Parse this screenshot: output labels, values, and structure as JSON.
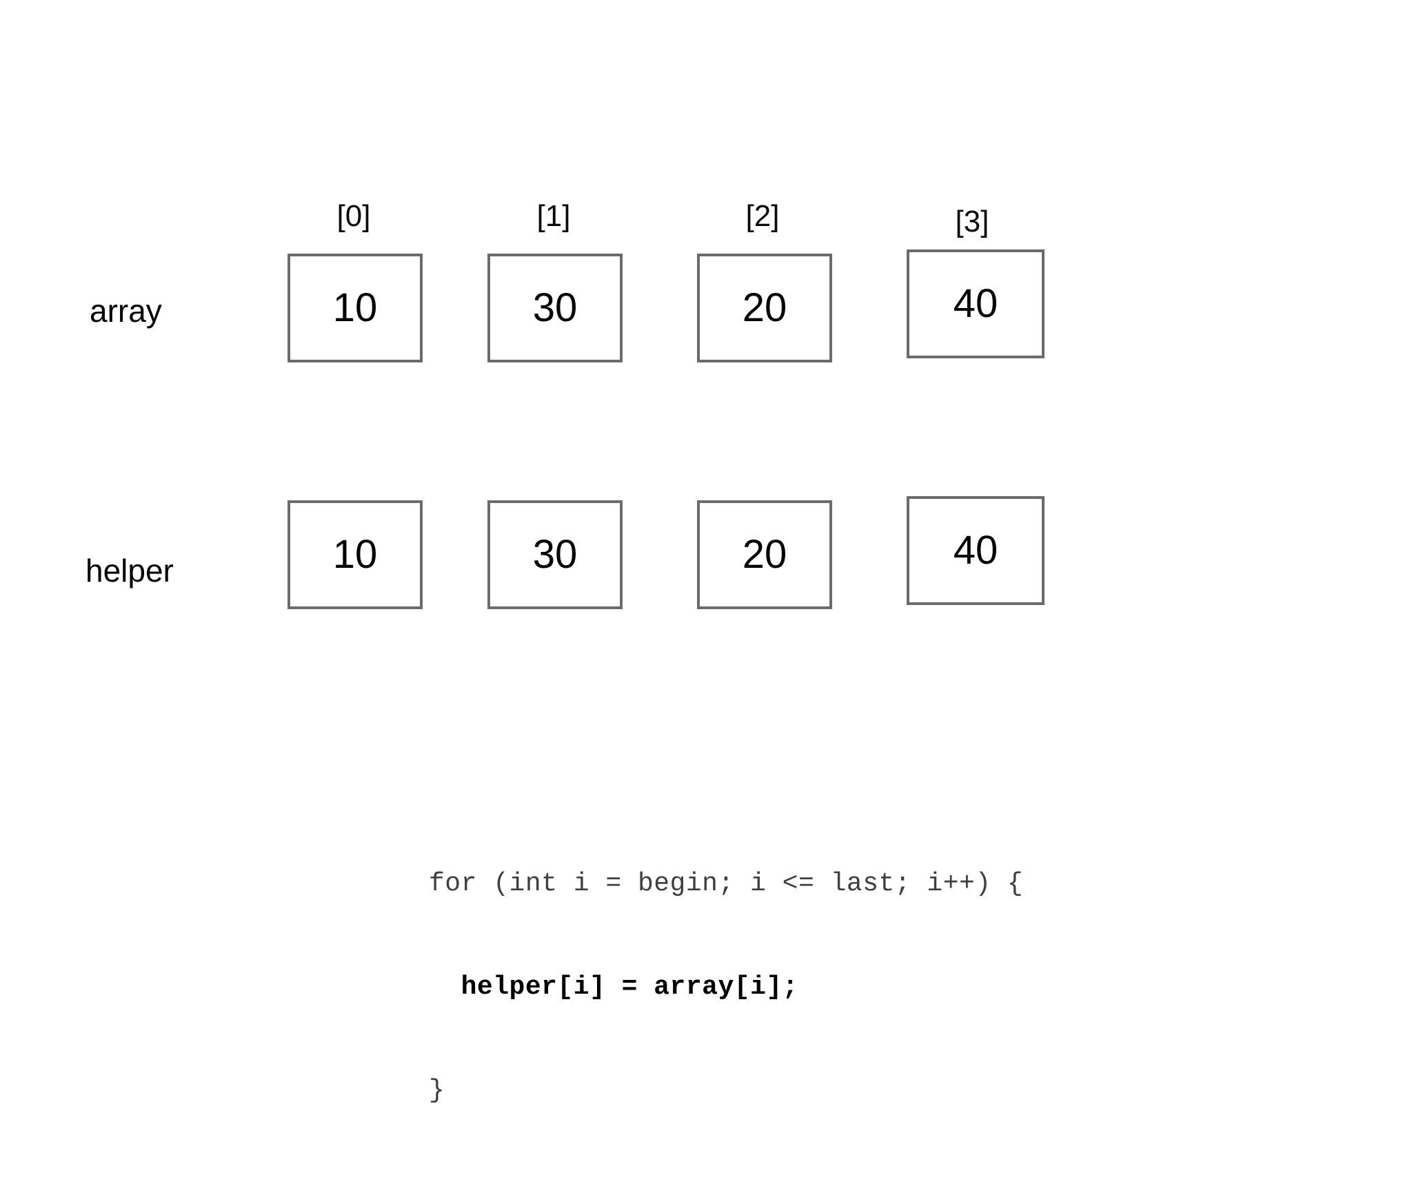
{
  "slide": {
    "background_color": "#ffffff",
    "box_border_color": "#6b6b6b",
    "text_color": "#000000",
    "code_color": "#3f3f3f"
  },
  "index_labels": [
    "[0]",
    "[1]",
    "[2]",
    "[3]"
  ],
  "rows": [
    {
      "name": "array",
      "label": "array",
      "cells": [
        {
          "index": "[0]",
          "value": "10"
        },
        {
          "index": "[1]",
          "value": "30"
        },
        {
          "index": "[2]",
          "value": "20"
        },
        {
          "index": "[3]",
          "value": "40"
        }
      ]
    },
    {
      "name": "helper",
      "label": "helper",
      "cells": [
        {
          "index": "[0]",
          "value": "10"
        },
        {
          "index": "[1]",
          "value": "30"
        },
        {
          "index": "[2]",
          "value": "20"
        },
        {
          "index": "[3]",
          "value": "40"
        }
      ]
    }
  ],
  "code": {
    "language": "java",
    "lines": [
      {
        "text": "for (int i = begin; i <= last; i++) {",
        "bold": false
      },
      {
        "text": "  helper[i] = array[i];",
        "bold": true
      },
      {
        "text": "}",
        "bold": false
      }
    ]
  }
}
